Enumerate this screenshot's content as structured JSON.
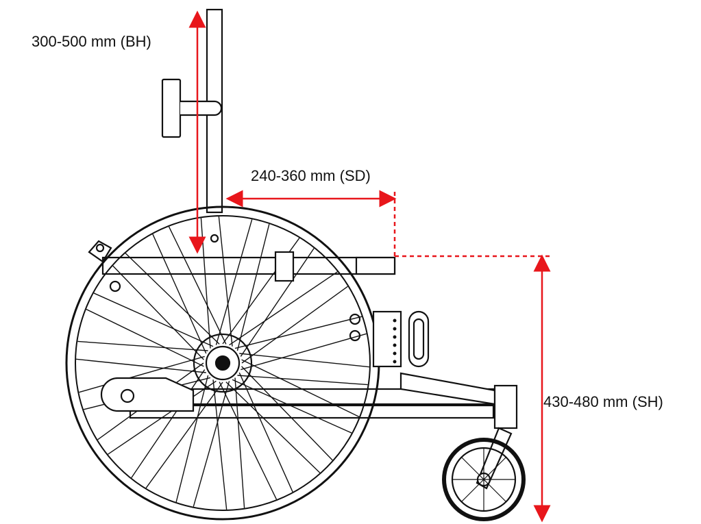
{
  "dimensions": {
    "backrest_height": {
      "label": "300-500 mm (BH)"
    },
    "seat_depth": {
      "label": "240-360 mm (SD)"
    },
    "seat_height": {
      "label": "430-480 mm (SH)"
    }
  },
  "colors": {
    "dimension_line": "#e8161b",
    "drawing_line": "#111111",
    "background": "#ffffff"
  }
}
